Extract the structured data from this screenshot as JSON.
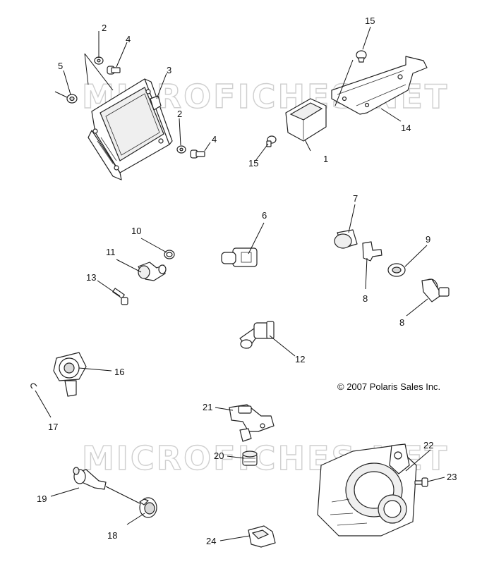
{
  "diagram": {
    "copyright": "© 2007 Polaris Sales Inc.",
    "watermark": "MICROFICHES.NET",
    "callouts": {
      "c1": "1",
      "c2a": "2",
      "c2b": "2",
      "c3": "3",
      "c4a": "4",
      "c4b": "4",
      "c5": "5",
      "c6": "6",
      "c7": "7",
      "c8a": "8",
      "c8b": "8",
      "c9": "9",
      "c10": "10",
      "c11": "11",
      "c12": "12",
      "c13": "13",
      "c14": "14",
      "c15a": "15",
      "c15b": "15",
      "c16": "16",
      "c17": "17",
      "c18": "18",
      "c19": "19",
      "c20": "20",
      "c21": "21",
      "c22": "22",
      "c23": "23",
      "c24": "24"
    }
  }
}
